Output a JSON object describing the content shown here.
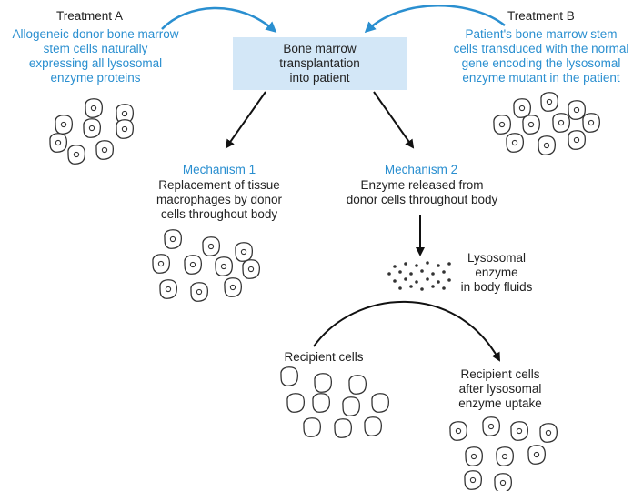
{
  "treatment_a": {
    "title": "Treatment A",
    "description": "Allogeneic donor bone marrow\nstem cells naturally\nexpressing all lysosomal\nenzyme proteins"
  },
  "treatment_b": {
    "title": "Treatment B",
    "description": "Patient's bone marrow stem\ncells transduced with the normal\ngene encoding the lysosomal\nenzyme mutant in the patient"
  },
  "center_box": {
    "label": "Bone marrow\ntransplantation\ninto patient"
  },
  "mechanism_1": {
    "title": "Mechanism 1",
    "description": "Replacement of tissue\nmacrophages by donor\ncells throughout body"
  },
  "mechanism_2": {
    "title": "Mechanism 2",
    "description": "Enzyme released from\ndonor cells throughout body"
  },
  "enzyme_label": "Lysosomal\nenzyme\nin body fluids",
  "recipient_cells_label": "Recipient cells",
  "recipient_after_label": "Recipient cells\nafter lysosomal\nenzyme uptake",
  "colors": {
    "accent_blue": "#2a8fd0",
    "box_fill": "#d3e7f7",
    "arrow_dark": "#111111"
  }
}
